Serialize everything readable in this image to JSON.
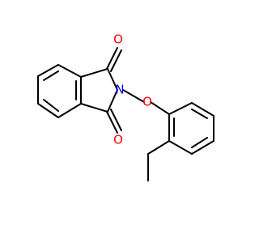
{
  "molecule": {
    "atoms": {
      "o_top": {
        "symbol": "O",
        "color": "#ff0000"
      },
      "n": {
        "symbol": "N",
        "color": "#0000ff"
      },
      "o_link": {
        "symbol": "O",
        "color": "#ff0000"
      },
      "o_bottom": {
        "symbol": "O",
        "color": "#ff0000"
      }
    },
    "bond_color": "#000000"
  }
}
